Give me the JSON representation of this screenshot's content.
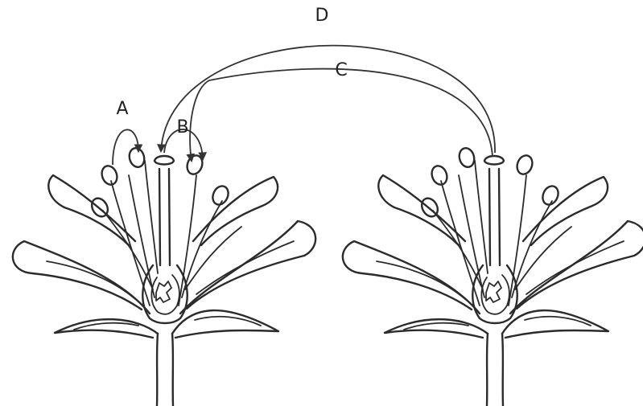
{
  "labels": {
    "a": "A",
    "b": "B",
    "c": "C",
    "d": "D"
  },
  "colors": {
    "ink": "#2b2b2b",
    "background": "#ffffff"
  }
}
